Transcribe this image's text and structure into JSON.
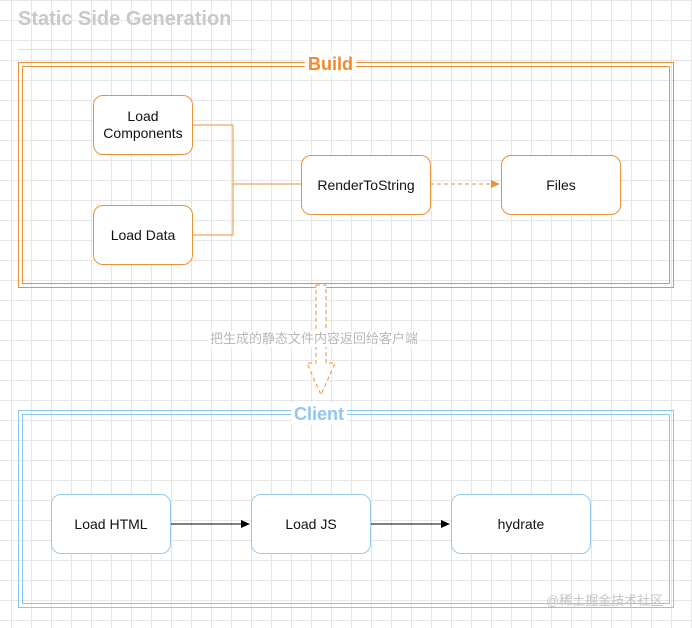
{
  "diagram": {
    "title": "Static Side Generation",
    "groups": {
      "build": {
        "label": "Build"
      },
      "client": {
        "label": "Client"
      }
    },
    "nodes": {
      "load_components": "Load\nComponents",
      "load_data": "Load  Data",
      "render_to_string": "RenderToString",
      "files": "Files",
      "load_html": "Load HTML",
      "load_js": "Load JS",
      "hydrate": "hydrate"
    },
    "transfer_label": "把生成的静态文件内容返回给客户端",
    "watermark": "@稀土掘金技术社区",
    "colors": {
      "build": "#e8923a",
      "client": "#8cc5e8",
      "title": "#c8c8c8",
      "muted_text": "#b8b8b8"
    }
  }
}
